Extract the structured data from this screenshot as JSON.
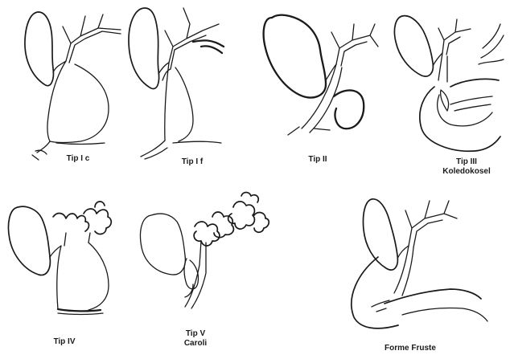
{
  "panels": [
    {
      "label": "Tip I c"
    },
    {
      "label": "Tip I f"
    },
    {
      "label": "Tip II"
    },
    {
      "label": "Tip III",
      "sublabel": "Koledokosel"
    },
    {
      "label": "Tip IV"
    },
    {
      "label": "Tip V",
      "sublabel": "Caroli"
    },
    {
      "label": "Forme Fruste"
    }
  ]
}
